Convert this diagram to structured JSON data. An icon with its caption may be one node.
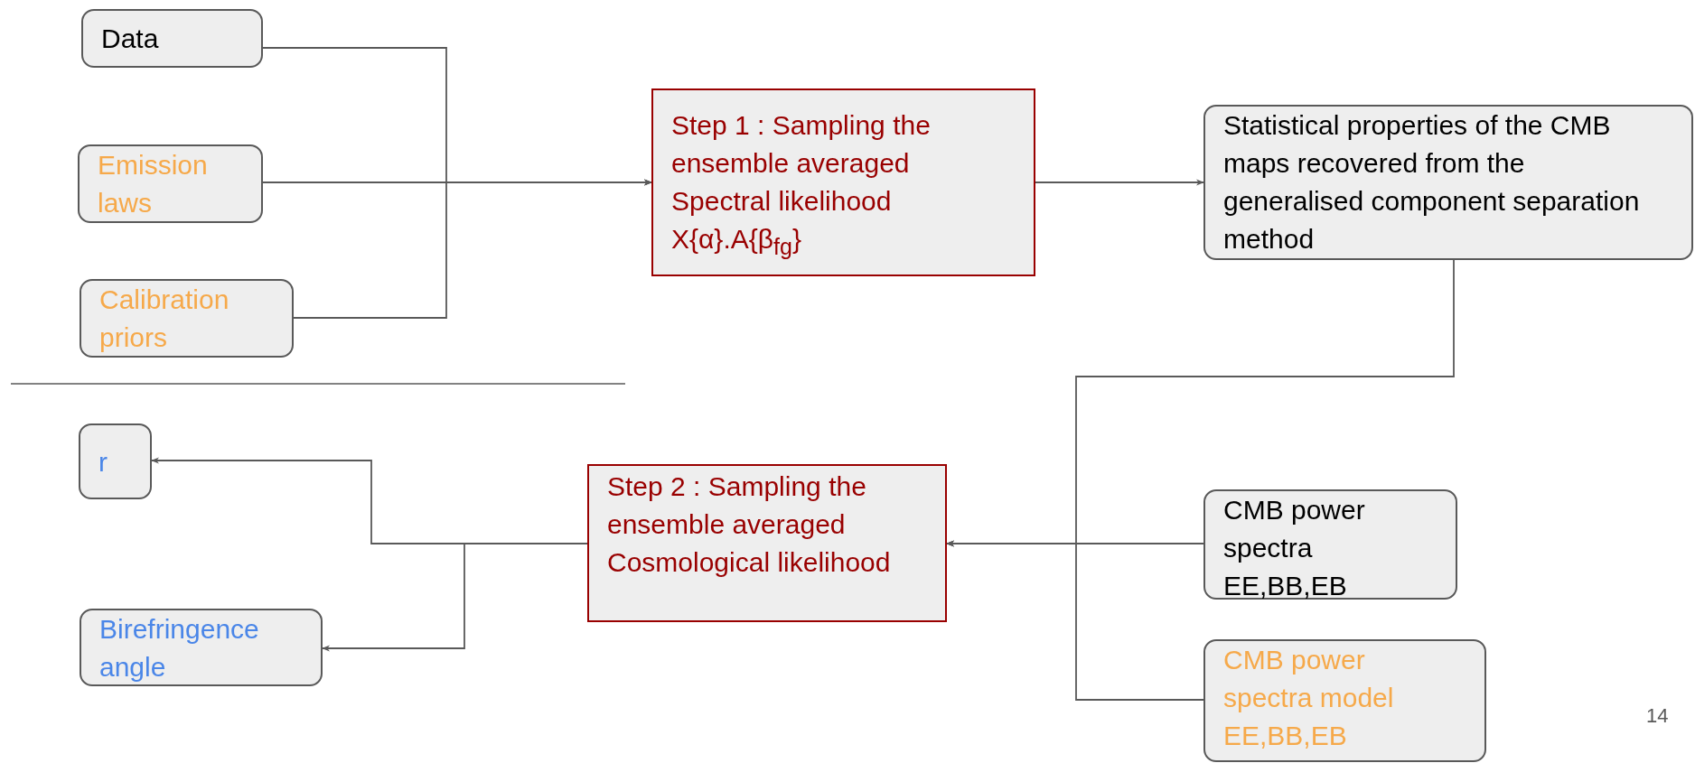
{
  "diagram": {
    "nodes": [
      {
        "text": [
          "Data"
        ]
      },
      {
        "text": [
          "Emission laws"
        ]
      },
      {
        "text": [
          "Calibration priors"
        ]
      },
      {
        "text": [
          "Step 1 : Sampling the ensemble averaged Spectral likelihood X{α}.A{β$_{fg}$}"
        ]
      },
      {
        "text": [
          "Statistical properties of the CMB maps recovered from the generalised component separation method"
        ]
      },
      {
        "text": [
          "r"
        ]
      },
      {
        "text": [
          "Birefringence angle"
        ]
      },
      {
        "text": [
          "Step 2 : Sampling the ensemble averaged Cosmological likelihood"
        ]
      },
      {
        "text": [
          "CMB power spectra EE,BB,EB"
        ]
      },
      {
        "text": [
          "CMB power spectra model EE,BB,EB"
        ]
      }
    ],
    "edges": [
      {
        "from": 0,
        "to": 3,
        "arrow": "to"
      },
      {
        "from": 1,
        "to": 3,
        "arrow": "to"
      },
      {
        "from": 2,
        "to": 3,
        "arrow": "to"
      },
      {
        "from": 3,
        "to": 4,
        "arrow": "to"
      },
      {
        "from": 4,
        "to": 7,
        "arrow": "to"
      },
      {
        "from": 8,
        "to": 7,
        "arrow": "to"
      },
      {
        "from": 9,
        "to": 7,
        "arrow": "to"
      },
      {
        "from": 7,
        "to": 5,
        "arrow": "to"
      },
      {
        "from": 7,
        "to": 6,
        "arrow": "to"
      }
    ],
    "labels": [
      "14"
    ]
  }
}
